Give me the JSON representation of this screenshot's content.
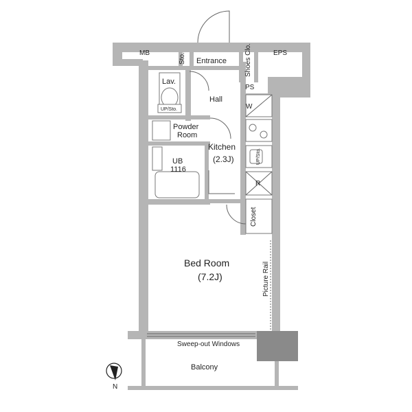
{
  "rooms": {
    "mb": "MB",
    "eps": "EPS",
    "sto": "Sto.",
    "entrance": "Entrance",
    "shoes_closet": "Shoes Clo.",
    "ps": "PS",
    "lav": "Lav.",
    "up_sto": "UP/Sto.",
    "hall": "Hall",
    "w": "W",
    "up_sto_kitchen": "UP/Sto.",
    "powder_room_1": "Powder",
    "powder_room_2": "Room",
    "kitchen": "Kitchen",
    "kitchen_size": "(2.3J)",
    "ub": "UB",
    "ub_size": "1116",
    "r": "R",
    "closet": "Closet",
    "bed_room": "Bed Room",
    "bed_room_size": "(7.2J)",
    "picture_rail": "Picture Rail",
    "sweep_out": "Sweep-out Windows",
    "balcony": "Balcony"
  },
  "compass": {
    "north": "N"
  }
}
